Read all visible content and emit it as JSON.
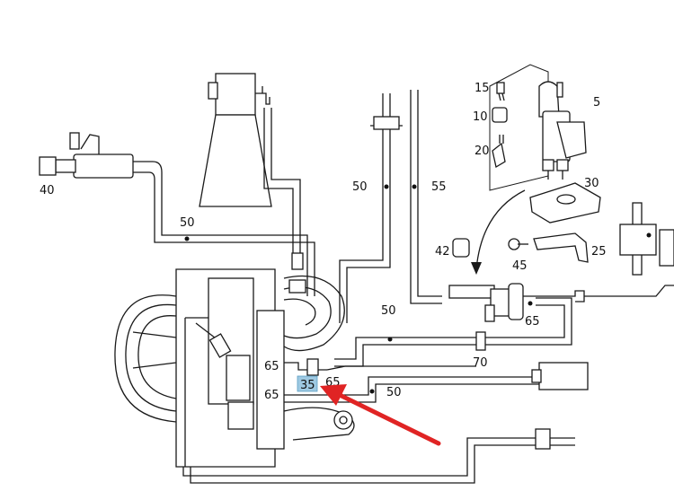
{
  "colors": {
    "line": "#1a1a1a",
    "highlight": "#9ec9e2",
    "arrow": "#e02424",
    "background": "#ffffff"
  },
  "callouts": {
    "c5": "5",
    "c10": "10",
    "c15": "15",
    "c20": "20",
    "c25": "25",
    "c30": "30",
    "c35": "35",
    "c40": "40",
    "c42": "42",
    "c45": "45",
    "c50": "50",
    "c55": "55",
    "c65": "65",
    "c70": "70"
  }
}
